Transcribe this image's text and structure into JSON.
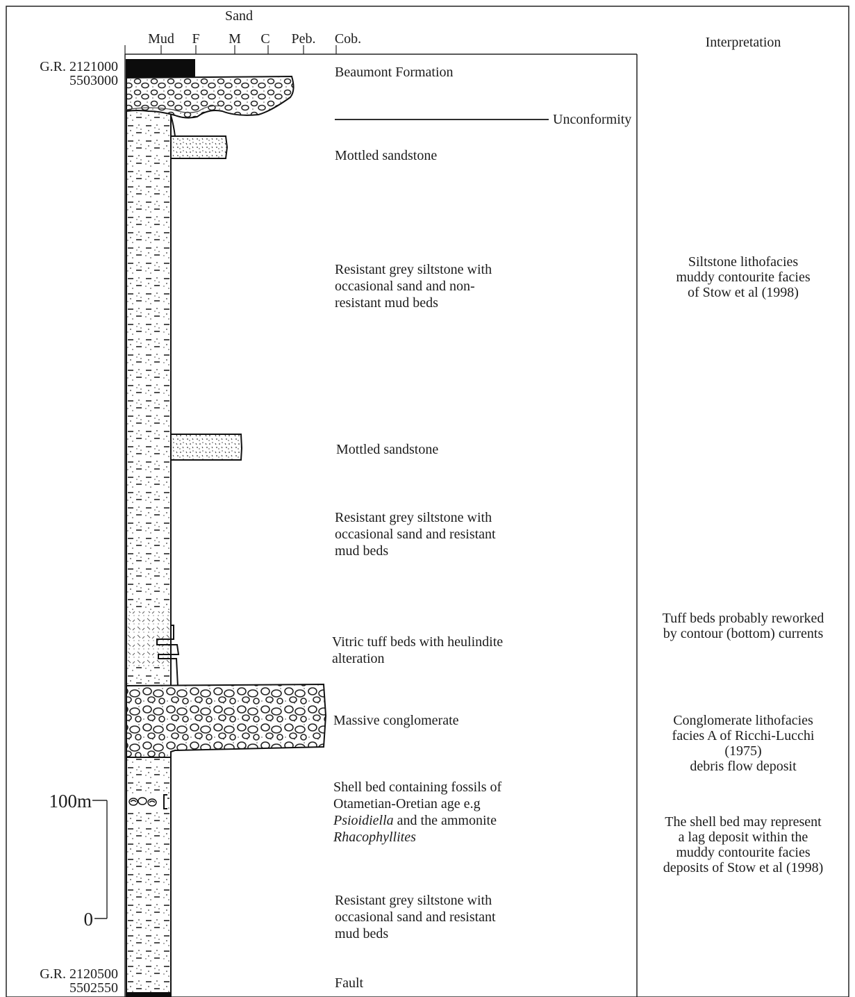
{
  "grain_size_scale": {
    "sand_label": "Sand",
    "ticks": [
      "Mud",
      "F",
      "M",
      "C",
      "Peb.",
      "Cob."
    ]
  },
  "interpretation_header": "Interpretation",
  "grid_refs": {
    "top": [
      "G.R. 2121000",
      "5503000"
    ],
    "bottom": [
      "G.R. 2120500",
      "5502550"
    ]
  },
  "scale_bar": {
    "top_label": "100m",
    "bottom_label": "0"
  },
  "unconformity_label": "Unconformity",
  "units": [
    {
      "id": "beaumont",
      "lines": [
        "Beaumont Formation"
      ]
    },
    {
      "id": "mottled-1",
      "lines": [
        "Mottled sandstone"
      ]
    },
    {
      "id": "siltstone-upper",
      "lines": [
        "Resistant grey siltstone with",
        "occasional sand and non-",
        "resistant mud beds"
      ]
    },
    {
      "id": "mottled-2",
      "lines": [
        "Mottled sandstone"
      ]
    },
    {
      "id": "siltstone-middle",
      "lines": [
        "Resistant grey siltstone with",
        "occasional sand and resistant",
        "mud beds"
      ]
    },
    {
      "id": "tuff",
      "lines": [
        "Vitric tuff beds with heulindite",
        "alteration"
      ]
    },
    {
      "id": "conglomerate",
      "lines": [
        "Massive conglomerate"
      ]
    },
    {
      "id": "shell-bed",
      "lines": [
        "Shell bed containing fossils of",
        "Otametian-Oretian age e.g",
        "Psioidiella",
        "and the ammonite",
        "Rhacophyllites"
      ]
    },
    {
      "id": "siltstone-lower",
      "lines": [
        "Resistant grey siltstone with",
        "occasional sand and resistant",
        "mud beds"
      ]
    },
    {
      "id": "fault",
      "lines": [
        "Fault"
      ]
    }
  ],
  "interpretations": [
    {
      "id": "siltstone",
      "lines": [
        "Siltstone lithofacies",
        "muddy contourite facies",
        "of Stow et al (1998)"
      ]
    },
    {
      "id": "tuff",
      "lines": [
        "Tuff beds probably reworked",
        "by contour (bottom) currents"
      ]
    },
    {
      "id": "conglomerate",
      "lines": [
        "Conglomerate lithofacies",
        "facies A of Ricchi-Lucchi",
        "(1975)",
        "debris flow deposit"
      ]
    },
    {
      "id": "shell-bed",
      "lines": [
        "The shell bed may represent",
        "a lag deposit within the",
        "muddy contourite facies",
        "deposits of Stow et al (1998)"
      ]
    }
  ]
}
